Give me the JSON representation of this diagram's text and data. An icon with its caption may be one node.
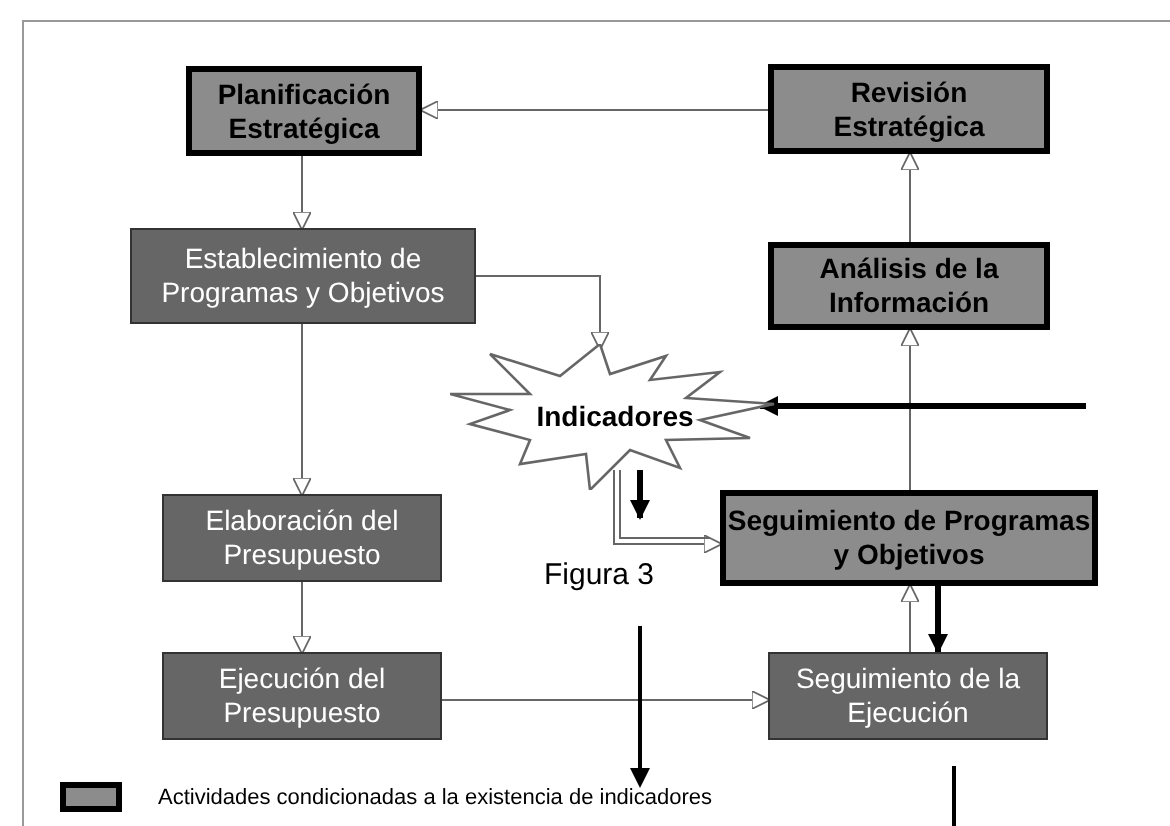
{
  "diagram": {
    "nodes": [
      {
        "text": [
          "Planificación Estratégica"
        ]
      },
      {
        "text": [
          "Revisión Estratégica"
        ]
      },
      {
        "text": [
          "Establecimiento de Programas y Objetivos"
        ]
      },
      {
        "text": [
          "Análisis de la Información"
        ]
      },
      {
        "text": [
          "Indicadores"
        ]
      },
      {
        "text": [
          "Elaboración del Presupuesto"
        ]
      },
      {
        "text": [
          "Seguimiento de Programas y Objetivos"
        ]
      },
      {
        "text": [
          "Ejecución del Presupuesto"
        ]
      },
      {
        "text": [
          "Seguimiento de la Ejecución"
        ]
      }
    ],
    "edges": [
      {
        "from": 1,
        "to": 0,
        "arrow": "to"
      },
      {
        "from": 0,
        "to": 2,
        "arrow": "to"
      },
      {
        "from": 2,
        "to": 4,
        "arrow": "to"
      },
      {
        "from": 2,
        "to": 5,
        "arrow": "to"
      },
      {
        "from": 5,
        "to": 7,
        "arrow": "to"
      },
      {
        "from": 7,
        "to": 8,
        "arrow": "to"
      },
      {
        "from": 8,
        "to": 6,
        "arrow": "to"
      },
      {
        "from": 6,
        "to": 3,
        "arrow": "to"
      },
      {
        "from": 3,
        "to": 1,
        "arrow": "to"
      },
      {
        "from": 4,
        "to": 6,
        "arrow": "to"
      },
      {
        "from": null,
        "to": 4,
        "arrow": "to",
        "style": "thick",
        "color": "#000000"
      },
      {
        "from": 4,
        "to": null,
        "arrow": "to",
        "style": "thick",
        "color": "#000000"
      },
      {
        "from": 6,
        "to": 8,
        "arrow": "to",
        "style": "thick",
        "color": "#000000"
      }
    ],
    "labels": [
      "Figura 3"
    ],
    "legend": [
      {
        "text": "Actividades condicionadas a la existencia de indicadores",
        "color": "#8c8c8c"
      }
    ]
  }
}
